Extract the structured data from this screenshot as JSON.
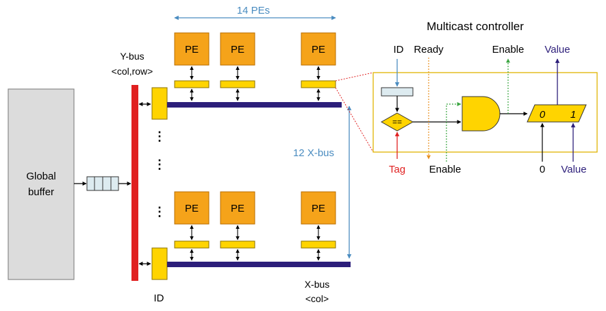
{
  "diagram": {
    "global_buffer": {
      "line1": "Global",
      "line2": "buffer"
    },
    "pe_label": "PE",
    "pe_count_label": "14 PEs",
    "ybus": {
      "line1": "Y-bus",
      "line2": "<col,row>"
    },
    "xbus_count_label": "12 X-bus",
    "xbus": {
      "line1": "X-bus",
      "line2": "<col>"
    },
    "id_label": "ID",
    "ellipsis": "⋮"
  },
  "controller": {
    "title": "Multicast controller",
    "id": "ID",
    "ready": "Ready",
    "enable_out": "Enable",
    "value_out": "Value",
    "tag": "Tag",
    "enable_in": "Enable",
    "zero_in": "0",
    "value_in": "Value",
    "comparator": "==",
    "mux_0": "0",
    "mux_1": "1"
  },
  "colors": {
    "pe_fill": "#F5A31A",
    "pe_stroke": "#B86E00",
    "yellow": "#FFD400",
    "ybus_red": "#E02020",
    "xbus_navy": "#2C1E7A",
    "blue_arrow": "#4A8CC0",
    "tag_red": "#E02020",
    "ready_orange": "#E89020",
    "enable_green": "#3AA540",
    "value_purple": "#2C1E7A"
  }
}
